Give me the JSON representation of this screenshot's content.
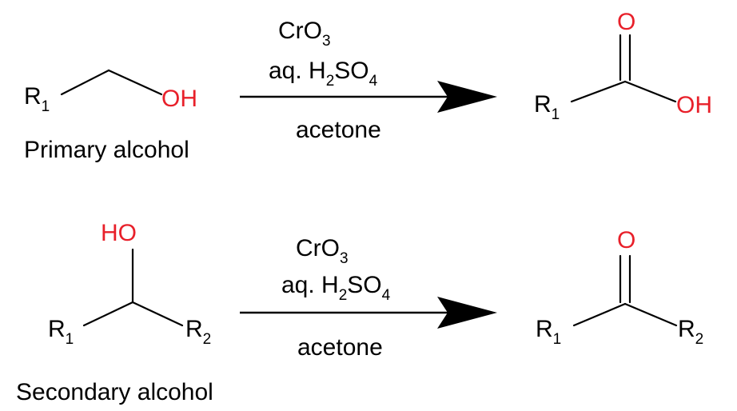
{
  "reactions": [
    {
      "reactant": {
        "r1": "R",
        "r1_sub": "1",
        "oh": "OH",
        "label": "Primary alcohol"
      },
      "reagents": {
        "line1_main": "CrO",
        "line1_sub": "3",
        "line2_pre": "aq. H",
        "line2_sub1": "2",
        "line2_mid": "SO",
        "line2_sub2": "4",
        "solvent": "acetone"
      },
      "product": {
        "r1": "R",
        "r1_sub": "1",
        "o": "O",
        "oh": "OH"
      }
    },
    {
      "reactant": {
        "r1": "R",
        "r1_sub": "1",
        "r2": "R",
        "r2_sub": "2",
        "ho": "HO",
        "label": "Secondary alcohol"
      },
      "reagents": {
        "line1_main": "CrO",
        "line1_sub": "3",
        "line2_pre": "aq. H",
        "line2_sub1": "2",
        "line2_mid": "SO",
        "line2_sub2": "4",
        "solvent": "acetone"
      },
      "product": {
        "r1": "R",
        "r1_sub": "1",
        "r2": "R",
        "r2_sub": "2",
        "o": "O"
      }
    }
  ],
  "colors": {
    "heteroatom": "#e8202a",
    "ink": "#000000"
  }
}
